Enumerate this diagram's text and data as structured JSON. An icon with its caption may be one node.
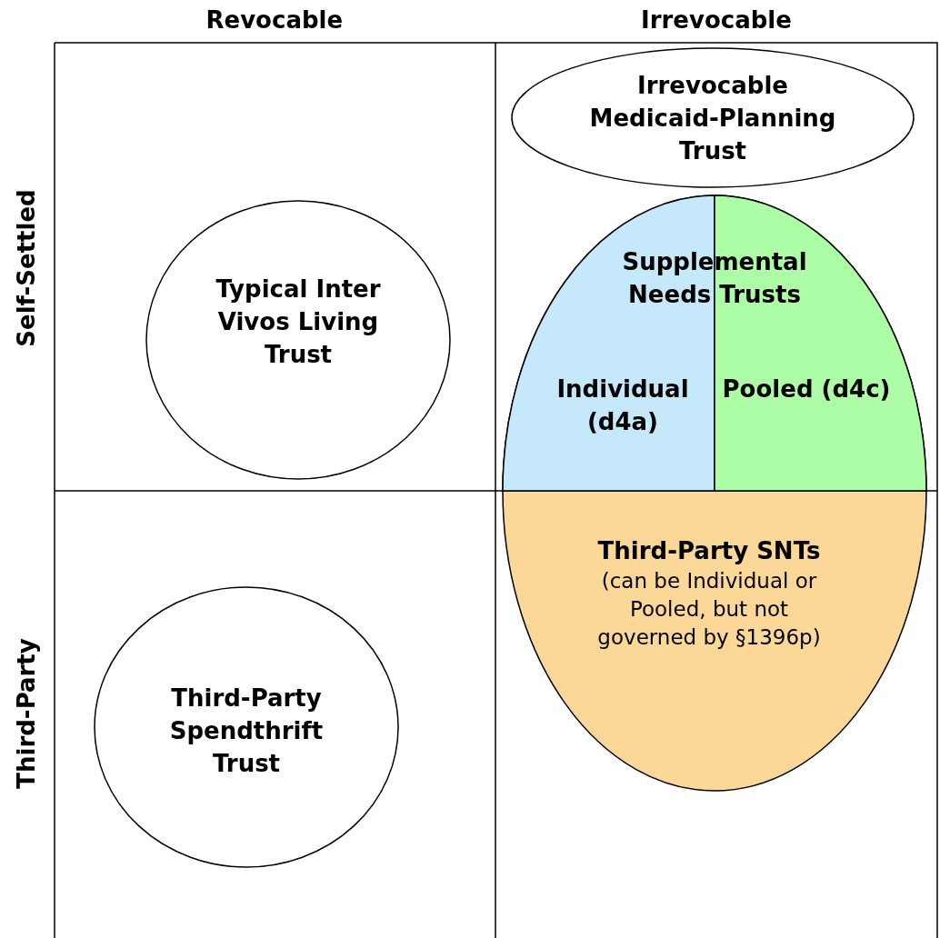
{
  "diagram": {
    "nodes": [
      {
        "text": [
          "Irrevocable Medicaid-Planning Trust"
        ]
      },
      {
        "text": [
          "Typical Inter Vivos Living Trust"
        ]
      },
      {
        "text": [
          "Supplemental Needs Trusts"
        ]
      },
      {
        "text": [
          "Individual (d4a)"
        ],
        "in": 2
      },
      {
        "text": [
          "Pooled (d4c)"
        ],
        "in": 2
      },
      {
        "text": [
          "Third-Party SNTs",
          "(can be Individual or Pooled, but not governed by §1396p)"
        ]
      },
      {
        "text": [
          "Third-Party Spendthrift Trust"
        ]
      }
    ],
    "edges": [],
    "labels": [
      "Revocable",
      "Irrevocable",
      "Self-Settled",
      "Third-Party"
    ]
  }
}
